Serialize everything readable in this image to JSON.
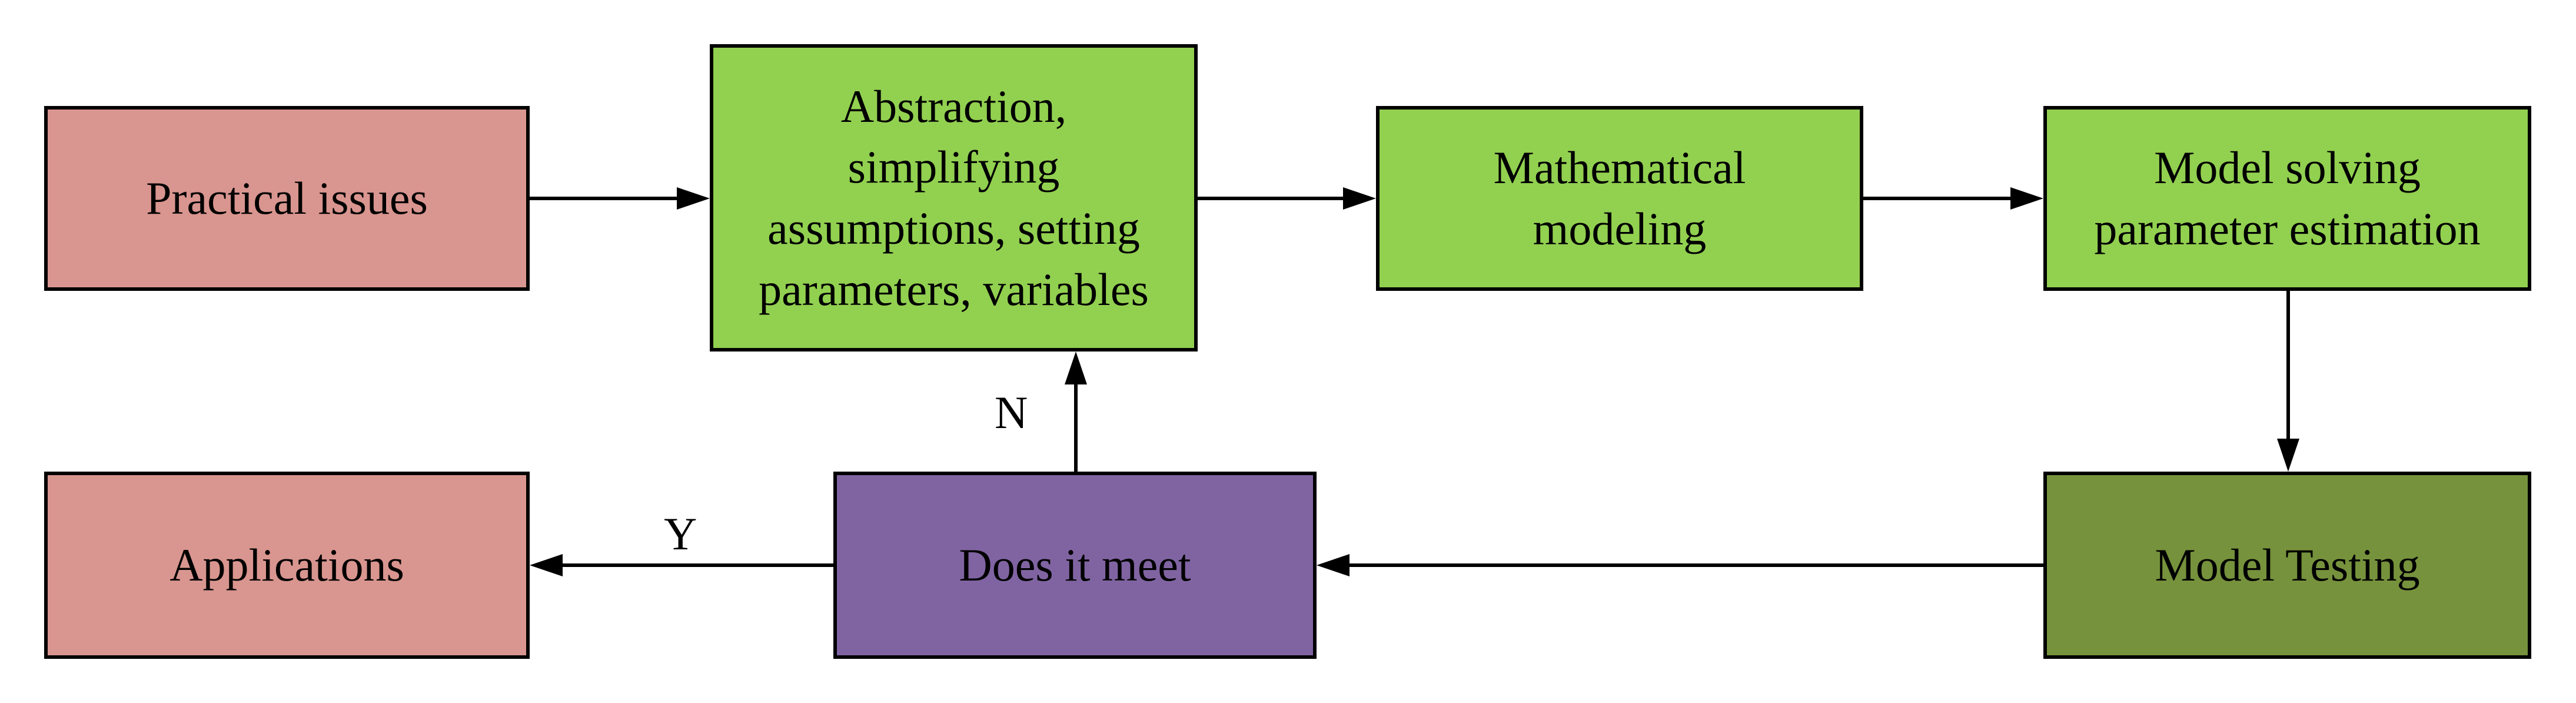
{
  "colors": {
    "start_end": "#d9958f",
    "process": "#92d050",
    "decision": "#8064a2",
    "testing": "#76923c",
    "line": "#000000"
  },
  "nodes": {
    "practical_issues": "Practical issues",
    "abstraction": "Abstraction,\nsimplifying\nassumptions, setting\nparameters, variables",
    "mathematical_modeling": "Mathematical\nmodeling",
    "model_solving": "Model solving\nparameter estimation",
    "model_testing": "Model Testing",
    "decision": "Does it meet",
    "applications": "Applications"
  },
  "edges": {
    "no_label": "N",
    "yes_label": "Y"
  }
}
